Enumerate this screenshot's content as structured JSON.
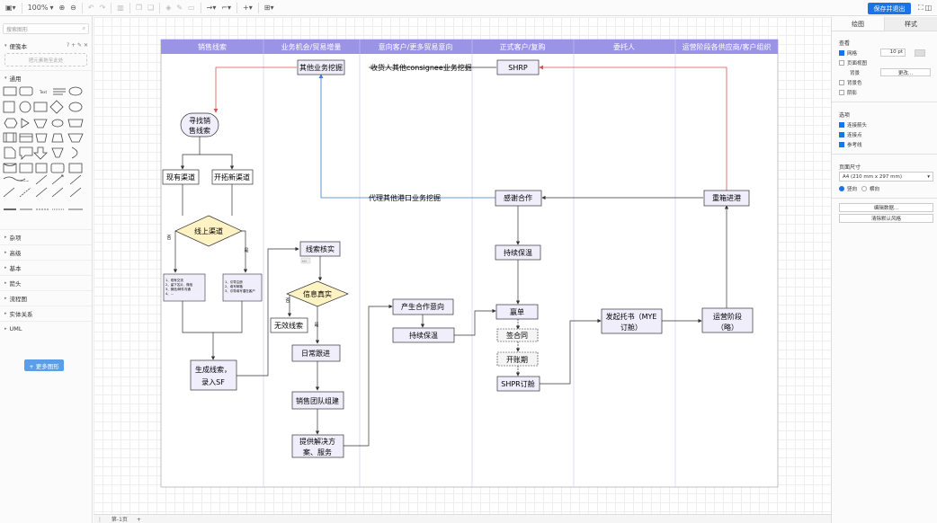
{
  "toolbar": {
    "zoom": "100%",
    "save_label": "保存并退出"
  },
  "left": {
    "search_placeholder": "搜索图形",
    "scratchpad": "便笺本",
    "drop_hint": "把元素拖至此处",
    "general": "通用",
    "sections": [
      "杂项",
      "高级",
      "基本",
      "箭头",
      "流程图",
      "实体关系",
      "UML"
    ],
    "more_shapes": "+ 更多图形"
  },
  "right": {
    "tab_diagram": "绘图",
    "tab_style": "样式",
    "view": "查看",
    "grid": "网格",
    "grid_size": "10 pt",
    "page_view": "页面视图",
    "background": "背景",
    "change": "更改...",
    "bg_color": "背景色",
    "shadow": "阴影",
    "options": "选项",
    "connection_arrows": "连接箭头",
    "connection_points": "连接点",
    "guides": "参考线",
    "paper_size": "页面尺寸",
    "paper_value": "A4 (210 mm x 297 mm)",
    "portrait": "竖向",
    "landscape": "横向",
    "edit_data": "编辑数据...",
    "clear_style": "清除默认风格"
  },
  "diagram": {
    "lanes": [
      "销售线索",
      "业务机会/贸易增量",
      "意向客户/更多贸易意向",
      "正式客户/复购",
      "委托人",
      "运营阶段各供应商/客户组织"
    ],
    "nodes": {
      "find_leads": "寻找销售线索",
      "existing": "现有渠道",
      "new_channel": "开拓新渠道",
      "online": "线上渠道",
      "no": "否",
      "yes": "是",
      "left_list": [
        "1、现有交流",
        "2、留下名片、微信",
        "3、微信/邮件沟通",
        "4、..."
      ],
      "right_list": [
        "1、引导注册",
        "2、填写邮箱",
        "3、引导填写潜在客户"
      ],
      "generate": "生成线索，录入SF",
      "other_biz": "其他业务挖掘",
      "consignee_label": "收货人其他consignee业务挖掘",
      "shrp": "SHRP",
      "verify": "线索核实",
      "tiny": "edit",
      "real": "信息真实",
      "real_no": "否",
      "real_yes": "是",
      "invalid": "无效线索",
      "follow": "日常跟进",
      "team": "销售团队组建",
      "solution": "提供解决方案、服务",
      "port_label": "代理其他港口业务挖掘",
      "intent": "产生合作意向",
      "keep1": "持续保温",
      "thanks": "感谢合作",
      "keep2": "持续保温",
      "won": "赢单",
      "contract": "签合同",
      "account": "开账期",
      "shpr": "SHPR订舱",
      "book": "发起托书（MYE订舱）",
      "ops": "运营阶段（略）",
      "return": "重箱进港"
    }
  },
  "bottom": {
    "page": "第-1页"
  }
}
